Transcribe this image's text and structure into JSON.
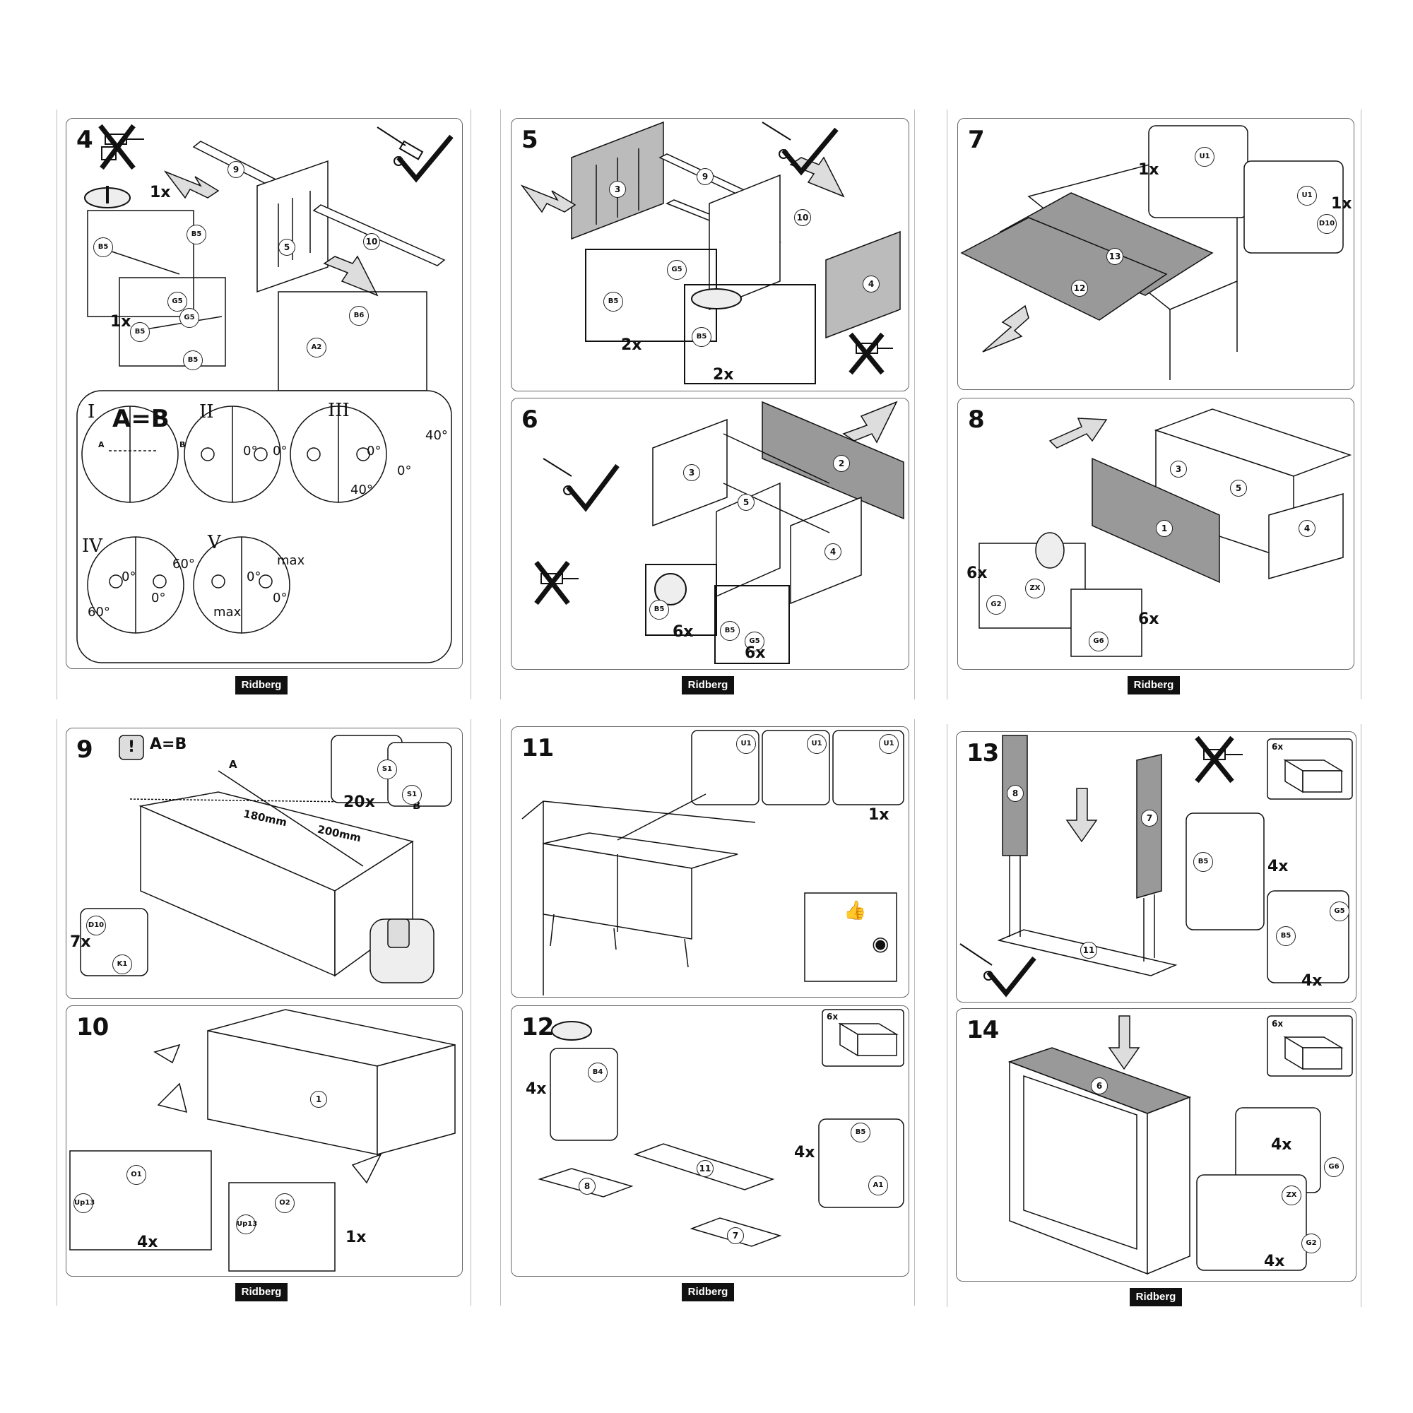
{
  "brand": "Ridberg",
  "steps": {
    "s4": {
      "num": "4",
      "qty_a": "1x",
      "qty_b": "1x",
      "parts": {
        "p9": "9",
        "p5": "5",
        "p10": "10"
      },
      "tags": {
        "b5a": "B5",
        "b5b": "B5",
        "g5a": "G5",
        "g5b": "G5",
        "b5c": "B5",
        "b5d": "B5",
        "b6": "B6",
        "a2": "A2"
      },
      "detail": {
        "ab": "A=B",
        "a": "A",
        "b": "B",
        "r1": "I",
        "r2": "II",
        "r3": "III",
        "r4": "IV",
        "r5": "V",
        "d_ii_a": "0°",
        "d_ii_b": "0°",
        "d_iii_a": "0°",
        "d_iii_b": "40°",
        "d_iii_c": "40°",
        "d_iii_d": "0°",
        "d_iv_a": "0°",
        "d_iv_b": "60°",
        "d_iv_c": "60°",
        "d_iv_d": "0°",
        "d_v_a": "0°",
        "d_v_b": "max",
        "d_v_c": "max",
        "d_v_d": "0°"
      }
    },
    "s5": {
      "num": "5",
      "qty_a": "2x",
      "qty_b": "2x",
      "parts": {
        "p3": "3",
        "p9": "9",
        "p10": "10",
        "p4": "4"
      },
      "tags": {
        "g5": "G5",
        "b5a": "B5",
        "b5b": "B5"
      }
    },
    "s6": {
      "num": "6",
      "qty_a": "6x",
      "qty_b": "6x",
      "parts": {
        "p3": "3",
        "p5": "5",
        "p2": "2",
        "p4": "4"
      },
      "tags": {
        "b5a": "B5",
        "b5b": "B5",
        "g5": "G5"
      }
    },
    "s7": {
      "num": "7",
      "qty_a": "1x",
      "qty_b": "1x",
      "parts": {
        "p13": "13",
        "p12": "12"
      },
      "tags": {
        "u1a": "U1",
        "u1b": "U1",
        "d10": "D10"
      }
    },
    "s8": {
      "num": "8",
      "qty_a": "6x",
      "qty_b": "6x",
      "parts": {
        "p3": "3",
        "p5": "5",
        "p1": "1",
        "p4": "4"
      },
      "tags": {
        "zx": "ZX",
        "g2": "G2",
        "g6": "G6"
      }
    },
    "s9": {
      "num": "9",
      "ab": "A=B",
      "a": "A",
      "b": "B",
      "m180": "180mm",
      "m200": "200mm",
      "qty_a": "20x",
      "qty_b": "7x",
      "tags": {
        "s1a": "S1",
        "s1b": "S1",
        "d10": "D10",
        "k1": "K1"
      }
    },
    "s10": {
      "num": "10",
      "qty_a": "4x",
      "qty_b": "1x",
      "parts": {
        "p1": "1"
      },
      "tags": {
        "o1": "O1",
        "o2": "O2",
        "up13a": "Up13",
        "up13b": "Up13"
      }
    },
    "s11": {
      "num": "11",
      "qty_a": "1x",
      "tags": {
        "u1a": "U1",
        "u1b": "U1",
        "u1c": "U1"
      }
    },
    "s12": {
      "num": "12",
      "qty_a": "4x",
      "qty_b": "4x",
      "box": "6x",
      "parts": {
        "p11": "11",
        "p8": "8",
        "p7": "7"
      },
      "tags": {
        "b4": "B4",
        "b5": "B5",
        "a1": "A1"
      }
    },
    "s13": {
      "num": "13",
      "qty_a": "4x",
      "qty_b": "4x",
      "box": "6x",
      "parts": {
        "p8": "8",
        "p7": "7",
        "p11": "11"
      },
      "tags": {
        "b5a": "B5",
        "b5b": "B5",
        "g5": "G5"
      }
    },
    "s14": {
      "num": "14",
      "qty_a": "4x",
      "qty_b": "4x",
      "box": "6x",
      "parts": {
        "p6": "6"
      },
      "tags": {
        "g6": "G6",
        "zx": "ZX",
        "g2": "G2"
      }
    }
  }
}
